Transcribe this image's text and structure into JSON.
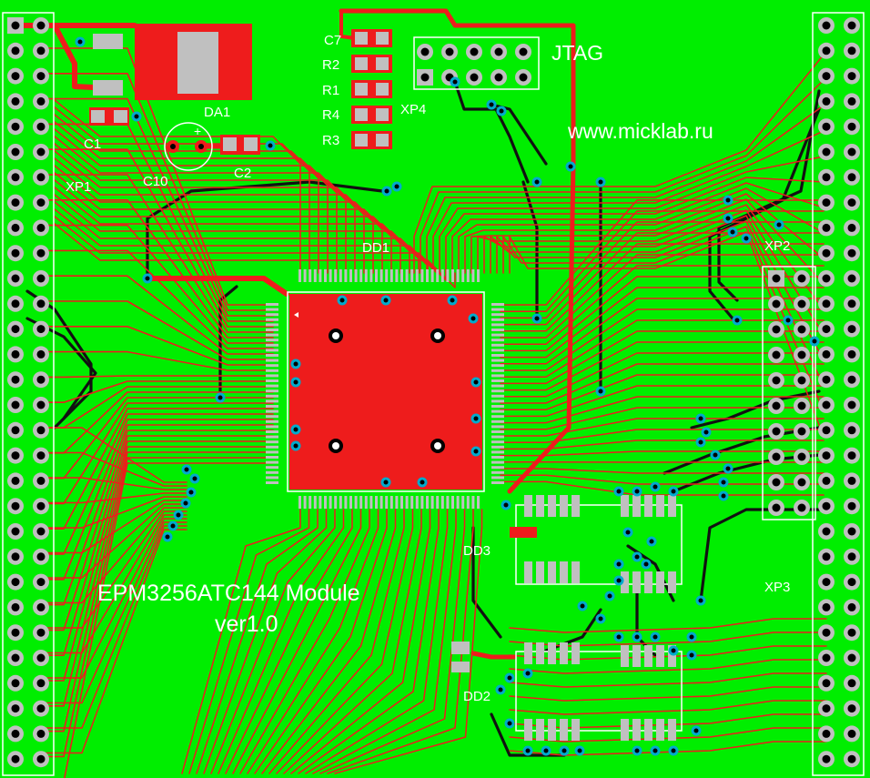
{
  "colors": {
    "board": "#00ee00",
    "copper": "#ee1c1c",
    "copper_bottom": "#111111",
    "silk": "#ffffff",
    "pad": "#c0c0c0",
    "via": "#00aacc"
  },
  "header_left_label": "XP1",
  "header_right_top_label": "XP2",
  "header_right_bottom_label": "XP3",
  "jtag_connector_label": "XP4",
  "jtag_label": "JTAG",
  "website": "www.micklab.ru",
  "regulator_label": "DA1",
  "cpld_label": "DD1",
  "buffer1_label": "DD3",
  "buffer2_label": "DD2",
  "module_title": "EPM3256ATC144 Module",
  "module_version": "ver1.0",
  "components": {
    "c1": "C1",
    "c2": "C2",
    "c10": "C10",
    "c7": "C7",
    "r2": "R2",
    "r1": "R1",
    "r4": "R4",
    "r3": "R3"
  },
  "polarity_mark": "+"
}
